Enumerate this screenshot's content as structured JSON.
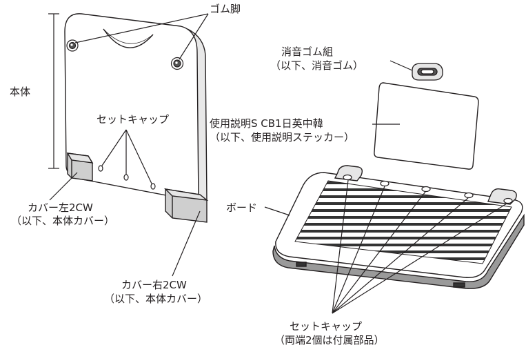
{
  "labels": {
    "rubber_feet": "ゴム脚",
    "body": "本体",
    "set_cap_left": "セットキャップ",
    "cover_left_1": "カバー左2CW",
    "cover_left_2": "（以下、本体カバー）",
    "cover_right_1": "カバー右2CW",
    "cover_right_2": "（以下、本体カバー）",
    "silencer_1": "消音ゴム組",
    "silencer_2": "（以下、消音ゴム）",
    "manual_1": "使用説明S CB1日英中韓",
    "manual_2": "（以下、使用説明ステッカー）",
    "board": "ボード",
    "set_cap_board_1": "セットキャップ",
    "set_cap_board_2": "（両端2個は付属部品）"
  }
}
